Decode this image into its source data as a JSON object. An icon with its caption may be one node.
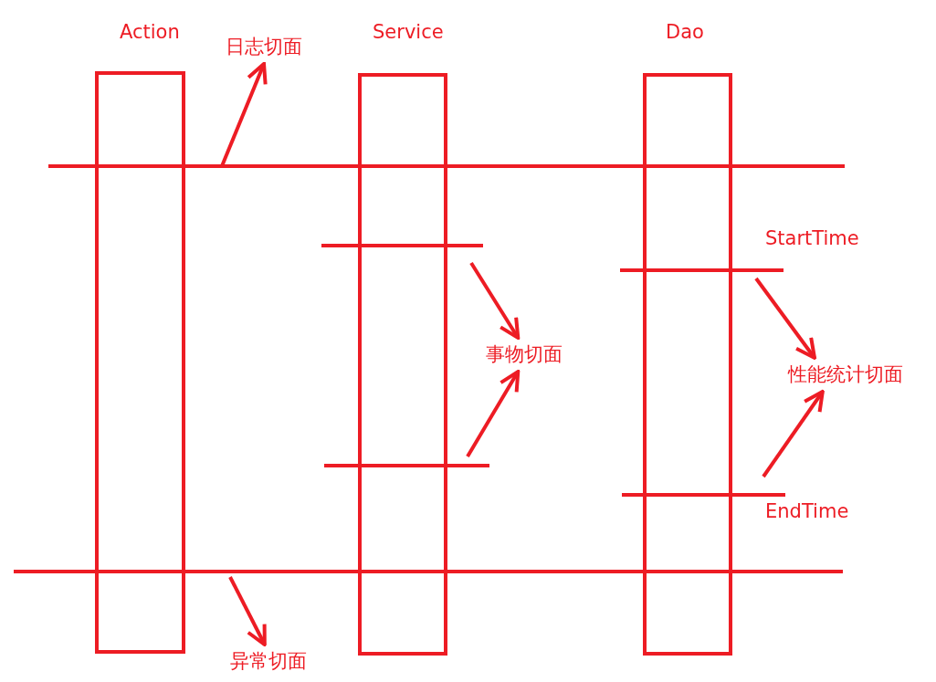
{
  "diagram": {
    "nodes": [
      {
        "text": [
          "Action"
        ]
      },
      {
        "text": [
          "Service"
        ]
      },
      {
        "text": [
          "Dao"
        ]
      },
      {
        "text": [
          "日志切面"
        ]
      },
      {
        "text": [
          "事物切面"
        ]
      },
      {
        "text": [
          "性能统计切面"
        ]
      },
      {
        "text": [
          "异常切面"
        ]
      }
    ],
    "edges": [
      {
        "from": null,
        "to": 3,
        "arrow": "to"
      },
      {
        "from": null,
        "to": 4,
        "arrow": "to"
      },
      {
        "from": null,
        "to": 4,
        "arrow": "to"
      },
      {
        "from": null,
        "to": 5,
        "arrow": "to"
      },
      {
        "from": null,
        "to": 5,
        "arrow": "to"
      },
      {
        "from": null,
        "to": 6,
        "arrow": "to"
      }
    ],
    "labels": [
      "StartTime",
      "EndTime"
    ]
  }
}
